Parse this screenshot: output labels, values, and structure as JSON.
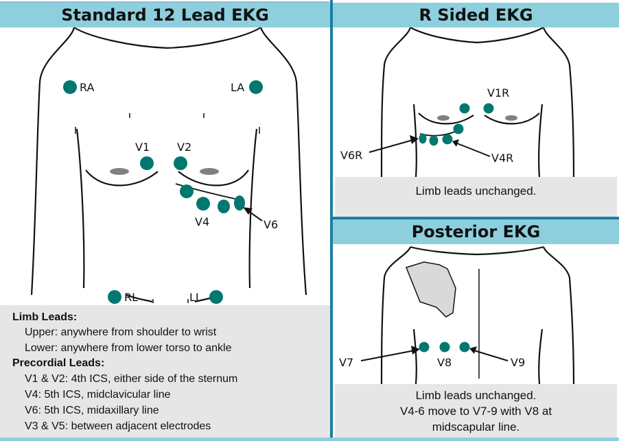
{
  "panels": {
    "standard": {
      "title": "Standard 12 Lead EKG",
      "labels": {
        "ra": "RA",
        "la": "LA",
        "v1": "V1",
        "v2": "V2",
        "v4": "V4",
        "v6": "V6",
        "rl": "RL",
        "ll": "LL"
      },
      "notes": {
        "limb_title": "Limb Leads:",
        "limb_upper": "Upper: anywhere from shoulder to wrist",
        "limb_lower": "Lower: anywhere from lower torso to ankle",
        "precordial_title": "Precordial Leads:",
        "p1": "V1 & V2: 4th ICS, either side of the sternum",
        "p2": "V4: 5th ICS, midclavicular line",
        "p3": "V6: 5th ICS, midaxillary line",
        "p4": "V3 & V5: between adjacent electrodes"
      }
    },
    "right": {
      "title": "R Sided EKG",
      "labels": {
        "v1r": "V1R",
        "v6r": "V6R",
        "v4r": "V4R"
      },
      "caption": "Limb leads unchanged."
    },
    "posterior": {
      "title": "Posterior EKG",
      "labels": {
        "v7": "V7",
        "v8": "V8",
        "v9": "V9"
      },
      "caption_1": "Limb leads unchanged.",
      "caption_2": "V4-6 move to V7-9 with V8 at",
      "caption_3": "midscapular line."
    }
  },
  "colors": {
    "header_bg": "#8ecfde",
    "divider": "#1a7fa3",
    "electrode": "#00786f",
    "notes_bg": "#e6e6e6",
    "nipple": "#808080",
    "scapula": "#d9d9d9"
  }
}
